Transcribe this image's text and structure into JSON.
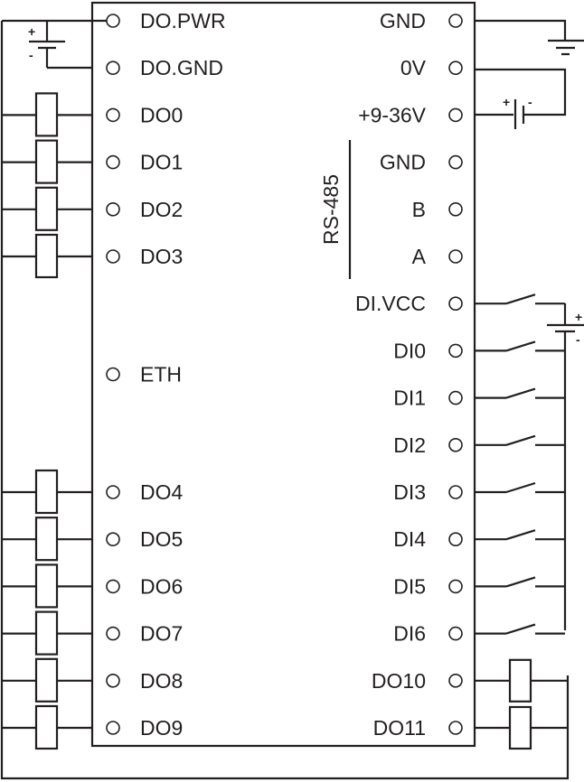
{
  "diagram": {
    "title": "",
    "ink_color": "#231f20",
    "background": "#ffffff",
    "left_terminals": [
      {
        "id": "do_pwr",
        "label": "DO.PWR",
        "row": 0
      },
      {
        "id": "do_gnd",
        "label": "DO.GND",
        "row": 1
      },
      {
        "id": "do0",
        "label": "DO0",
        "row": 2
      },
      {
        "id": "do1",
        "label": "DO1",
        "row": 3
      },
      {
        "id": "do2",
        "label": "DO2",
        "row": 4
      },
      {
        "id": "do3",
        "label": "DO3",
        "row": 5
      },
      {
        "id": "eth",
        "label": "ETH",
        "row": 7.5
      },
      {
        "id": "do4",
        "label": "DO4",
        "row": 10
      },
      {
        "id": "do5",
        "label": "DO5",
        "row": 11
      },
      {
        "id": "do6",
        "label": "DO6",
        "row": 12
      },
      {
        "id": "do7",
        "label": "DO7",
        "row": 13
      },
      {
        "id": "do8",
        "label": "DO8",
        "row": 14
      },
      {
        "id": "do9",
        "label": "DO9",
        "row": 15
      }
    ],
    "right_terminals": [
      {
        "id": "gnd",
        "label": "GND",
        "row": 0
      },
      {
        "id": "zero_v",
        "label": "0V",
        "row": 1
      },
      {
        "id": "vin",
        "label": "+9-36V",
        "row": 2
      },
      {
        "id": "rs485_gnd",
        "label": "GND",
        "row": 3
      },
      {
        "id": "rs485_b",
        "label": "B",
        "row": 4
      },
      {
        "id": "rs485_a",
        "label": "A",
        "row": 5
      },
      {
        "id": "di_vcc",
        "label": "DI.VCC",
        "row": 6
      },
      {
        "id": "di0",
        "label": "DI0",
        "row": 7
      },
      {
        "id": "di1",
        "label": "DI1",
        "row": 8
      },
      {
        "id": "di2",
        "label": "DI2",
        "row": 9
      },
      {
        "id": "di3",
        "label": "DI3",
        "row": 10
      },
      {
        "id": "di4",
        "label": "DI4",
        "row": 11
      },
      {
        "id": "di5",
        "label": "DI5",
        "row": 12
      },
      {
        "id": "di6",
        "label": "DI6",
        "row": 13
      },
      {
        "id": "do10",
        "label": "DO10",
        "row": 14
      },
      {
        "id": "do11",
        "label": "DO11",
        "row": 15
      }
    ],
    "rs485_group_label": "RS-485",
    "left_relays": [
      "DO0",
      "DO1",
      "DO2",
      "DO3",
      "DO4",
      "DO5",
      "DO6",
      "DO7",
      "DO8",
      "DO9"
    ],
    "right_relays": [
      "DO10",
      "DO11"
    ],
    "di_switches": [
      "DI.VCC",
      "DI0",
      "DI1",
      "DI2",
      "DI3",
      "DI4",
      "DI5",
      "DI6"
    ],
    "batteries": [
      {
        "id": "do-supply",
        "between": [
          "DO.PWR",
          "DO.GND"
        ],
        "plus": "+",
        "minus": "-"
      },
      {
        "id": "main-supply",
        "between": [
          "+9-36V",
          "0V"
        ],
        "plus": "+",
        "minus": "-"
      },
      {
        "id": "di-supply",
        "between": [
          "DI.VCC",
          "DI0"
        ],
        "plus": "+",
        "minus": "-"
      }
    ],
    "ground_symbol": {
      "connected_to": "GND"
    }
  }
}
